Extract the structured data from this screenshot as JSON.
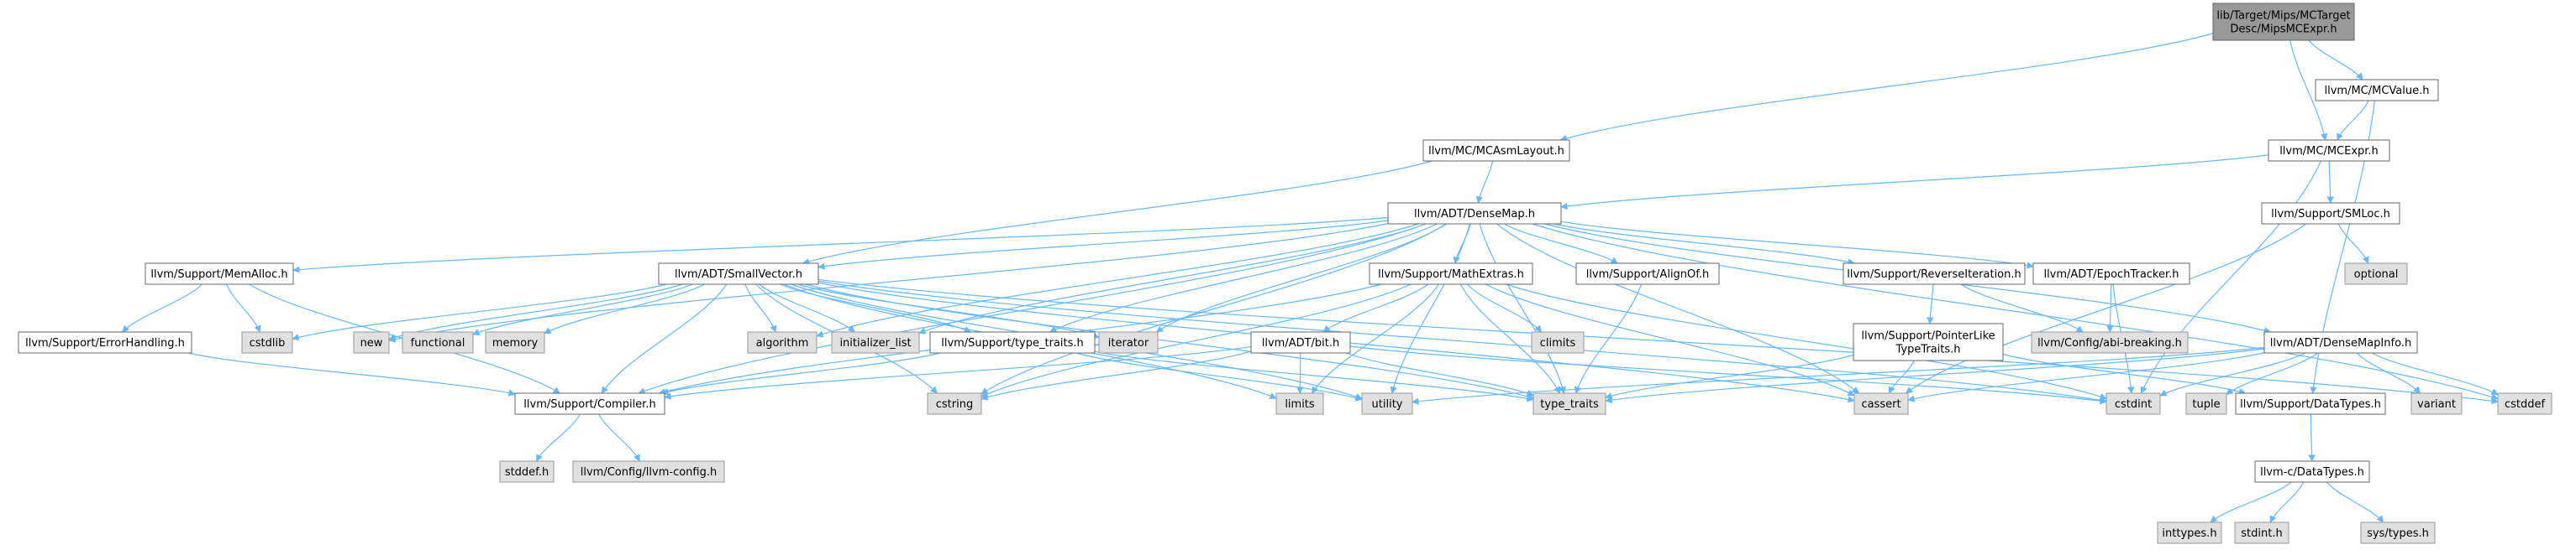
{
  "colors": {
    "edge": "#63b8ff",
    "border": "#666666",
    "system_header_border": "#999999",
    "system_header_fill": "#e0e0e0",
    "file_node_fill": "#ffffff",
    "root_fill": "#999999"
  },
  "nodes": {
    "root": {
      "lines": [
        "lib/Target/Mips/MCTarget",
        "Desc/MipsMCExpr.h"
      ],
      "kind": "root"
    },
    "mcasmlayout": {
      "lines": [
        "llvm/MC/MCAsmLayout.h"
      ],
      "kind": "file"
    },
    "mcvalue": {
      "lines": [
        "llvm/MC/MCValue.h"
      ],
      "kind": "file"
    },
    "mcexpr": {
      "lines": [
        "llvm/MC/MCExpr.h"
      ],
      "kind": "file"
    },
    "densemap": {
      "lines": [
        "llvm/ADT/DenseMap.h"
      ],
      "kind": "file"
    },
    "smloc": {
      "lines": [
        "llvm/Support/SMLoc.h"
      ],
      "kind": "file"
    },
    "optional": {
      "lines": [
        "optional"
      ],
      "kind": "system"
    },
    "memalloc": {
      "lines": [
        "llvm/Support/MemAlloc.h"
      ],
      "kind": "file"
    },
    "smallvector": {
      "lines": [
        "llvm/ADT/SmallVector.h"
      ],
      "kind": "file"
    },
    "mathextras": {
      "lines": [
        "llvm/Support/MathExtras.h"
      ],
      "kind": "file"
    },
    "alignof": {
      "lines": [
        "llvm/Support/AlignOf.h"
      ],
      "kind": "file"
    },
    "reverseiter": {
      "lines": [
        "llvm/Support/ReverseIteration.h"
      ],
      "kind": "file"
    },
    "epochtracker": {
      "lines": [
        "llvm/ADT/EpochTracker.h"
      ],
      "kind": "file"
    },
    "errorhandling": {
      "lines": [
        "llvm/Support/ErrorHandling.h"
      ],
      "kind": "file"
    },
    "cstdlib": {
      "lines": [
        "cstdlib"
      ],
      "kind": "system"
    },
    "new": {
      "lines": [
        "new"
      ],
      "kind": "system"
    },
    "functional": {
      "lines": [
        "functional"
      ],
      "kind": "system"
    },
    "memory": {
      "lines": [
        "memory"
      ],
      "kind": "system"
    },
    "algorithm": {
      "lines": [
        "algorithm"
      ],
      "kind": "system"
    },
    "initializer_list": {
      "lines": [
        "initializer_list"
      ],
      "kind": "system"
    },
    "typetraits_llvm": {
      "lines": [
        "llvm/Support/type_traits.h"
      ],
      "kind": "file"
    },
    "iterator": {
      "lines": [
        "iterator"
      ],
      "kind": "system"
    },
    "bit": {
      "lines": [
        "llvm/ADT/bit.h"
      ],
      "kind": "file"
    },
    "climits": {
      "lines": [
        "climits"
      ],
      "kind": "system"
    },
    "pointerlike": {
      "lines": [
        "llvm/Support/PointerLike",
        "TypeTraits.h"
      ],
      "kind": "file"
    },
    "abibreaking": {
      "lines": [
        "llvm/Config/abi-breaking.h"
      ],
      "kind": "system"
    },
    "densemapinfo": {
      "lines": [
        "llvm/ADT/DenseMapInfo.h"
      ],
      "kind": "file"
    },
    "compiler": {
      "lines": [
        "llvm/Support/Compiler.h"
      ],
      "kind": "file"
    },
    "cstring": {
      "lines": [
        "cstring"
      ],
      "kind": "system"
    },
    "limits": {
      "lines": [
        "limits"
      ],
      "kind": "system"
    },
    "utility": {
      "lines": [
        "utility"
      ],
      "kind": "system"
    },
    "type_traits": {
      "lines": [
        "type_traits"
      ],
      "kind": "system"
    },
    "cassert": {
      "lines": [
        "cassert"
      ],
      "kind": "system"
    },
    "cstdint": {
      "lines": [
        "cstdint"
      ],
      "kind": "system"
    },
    "tuple": {
      "lines": [
        "tuple"
      ],
      "kind": "system"
    },
    "datatypes": {
      "lines": [
        "llvm/Support/DataTypes.h"
      ],
      "kind": "file"
    },
    "variant": {
      "lines": [
        "variant"
      ],
      "kind": "system"
    },
    "cstddef": {
      "lines": [
        "cstddef"
      ],
      "kind": "system"
    },
    "stddef": {
      "lines": [
        "stddef.h"
      ],
      "kind": "system"
    },
    "llvmconfig": {
      "lines": [
        "llvm/Config/llvm-config.h"
      ],
      "kind": "system"
    },
    "c_datatypes": {
      "lines": [
        "llvm-c/DataTypes.h"
      ],
      "kind": "file"
    },
    "inttypes": {
      "lines": [
        "inttypes.h"
      ],
      "kind": "system"
    },
    "stdint": {
      "lines": [
        "stdint.h"
      ],
      "kind": "system"
    },
    "systypes": {
      "lines": [
        "sys/types.h"
      ],
      "kind": "system"
    }
  },
  "edges": [
    [
      "root",
      "mcasmlayout"
    ],
    [
      "root",
      "mcvalue"
    ],
    [
      "root",
      "mcexpr"
    ],
    [
      "mcvalue",
      "mcexpr"
    ],
    [
      "mcvalue",
      "datatypes"
    ],
    [
      "mcasmlayout",
      "densemap"
    ],
    [
      "mcasmlayout",
      "smallvector"
    ],
    [
      "mcexpr",
      "densemap"
    ],
    [
      "mcexpr",
      "smloc"
    ],
    [
      "mcexpr",
      "cstdint"
    ],
    [
      "smloc",
      "optional"
    ],
    [
      "smloc",
      "cassert"
    ],
    [
      "densemap",
      "memalloc"
    ],
    [
      "densemap",
      "smallvector"
    ],
    [
      "densemap",
      "mathextras"
    ],
    [
      "densemap",
      "alignof"
    ],
    [
      "densemap",
      "reverseiter"
    ],
    [
      "densemap",
      "epochtracker"
    ],
    [
      "densemap",
      "densemapinfo"
    ],
    [
      "densemap",
      "compiler"
    ],
    [
      "densemap",
      "new"
    ],
    [
      "densemap",
      "algorithm"
    ],
    [
      "densemap",
      "initializer_list"
    ],
    [
      "densemap",
      "typetraits_llvm"
    ],
    [
      "densemap",
      "iterator"
    ],
    [
      "densemap",
      "cstring"
    ],
    [
      "densemap",
      "utility"
    ],
    [
      "densemap",
      "type_traits"
    ],
    [
      "densemap",
      "cassert"
    ],
    [
      "densemap",
      "cstddef"
    ],
    [
      "memalloc",
      "errorhandling"
    ],
    [
      "memalloc",
      "compiler"
    ],
    [
      "memalloc",
      "cstdlib"
    ],
    [
      "errorhandling",
      "compiler"
    ],
    [
      "smallvector",
      "compiler"
    ],
    [
      "smallvector",
      "typetraits_llvm"
    ],
    [
      "smallvector",
      "cstdlib"
    ],
    [
      "smallvector",
      "new"
    ],
    [
      "smallvector",
      "functional"
    ],
    [
      "smallvector",
      "memory"
    ],
    [
      "smallvector",
      "algorithm"
    ],
    [
      "smallvector",
      "initializer_list"
    ],
    [
      "smallvector",
      "iterator"
    ],
    [
      "smallvector",
      "cstring"
    ],
    [
      "smallvector",
      "limits"
    ],
    [
      "smallvector",
      "utility"
    ],
    [
      "smallvector",
      "type_traits"
    ],
    [
      "smallvector",
      "cassert"
    ],
    [
      "smallvector",
      "cstddef"
    ],
    [
      "smallvector",
      "cstdint"
    ],
    [
      "mathextras",
      "bit"
    ],
    [
      "mathextras",
      "compiler"
    ],
    [
      "mathextras",
      "climits"
    ],
    [
      "mathextras",
      "cstring"
    ],
    [
      "mathextras",
      "limits"
    ],
    [
      "mathextras",
      "type_traits"
    ],
    [
      "mathextras",
      "cassert"
    ],
    [
      "mathextras",
      "cstdint"
    ],
    [
      "alignof",
      "type_traits"
    ],
    [
      "reverseiter",
      "pointerlike"
    ],
    [
      "reverseiter",
      "abibreaking"
    ],
    [
      "epochtracker",
      "abibreaking"
    ],
    [
      "epochtracker",
      "cstdint"
    ],
    [
      "typetraits_llvm",
      "compiler"
    ],
    [
      "typetraits_llvm",
      "type_traits"
    ],
    [
      "typetraits_llvm",
      "utility"
    ],
    [
      "bit",
      "compiler"
    ],
    [
      "bit",
      "cstring"
    ],
    [
      "bit",
      "limits"
    ],
    [
      "bit",
      "type_traits"
    ],
    [
      "bit",
      "cstdint"
    ],
    [
      "pointerlike",
      "datatypes"
    ],
    [
      "pointerlike",
      "cassert"
    ],
    [
      "pointerlike",
      "type_traits"
    ],
    [
      "densemapinfo",
      "cassert"
    ],
    [
      "densemapinfo",
      "cstddef"
    ],
    [
      "densemapinfo",
      "cstdint"
    ],
    [
      "densemapinfo",
      "tuple"
    ],
    [
      "densemapinfo",
      "type_traits"
    ],
    [
      "densemapinfo",
      "utility"
    ],
    [
      "densemapinfo",
      "variant"
    ],
    [
      "compiler",
      "stddef"
    ],
    [
      "compiler",
      "llvmconfig"
    ],
    [
      "datatypes",
      "c_datatypes"
    ],
    [
      "c_datatypes",
      "inttypes"
    ],
    [
      "c_datatypes",
      "stdint"
    ],
    [
      "c_datatypes",
      "systypes"
    ]
  ]
}
